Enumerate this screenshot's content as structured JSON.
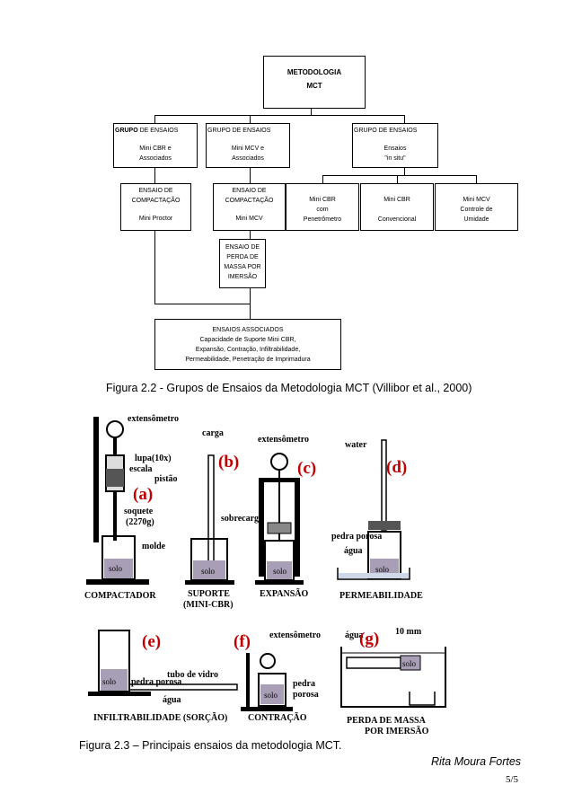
{
  "flowchart": {
    "root": {
      "line1": "METODOLOGIA",
      "line2": "MCT"
    },
    "group1": {
      "title_bold": "GRUPO",
      "title_rest": " DE ENSAIOS",
      "line2": "Mini CBR e",
      "line3": "Associados"
    },
    "group2": {
      "title": "GRUPO DE ENSAIOS",
      "line2": "Mini MCV e",
      "line3": "Associados"
    },
    "group3": {
      "title": "GRUPO DE ENSAIOS",
      "line2": "Ensaios",
      "line3": "\"in situ\""
    },
    "compaction1": {
      "line1": "ENSAIO DE",
      "line2": "COMPACTAÇÃO",
      "line3": "Mini Proctor"
    },
    "compaction2": {
      "line1": "ENSAIO DE",
      "line2": "COMPACTAÇÃO",
      "line3": "Mini MCV"
    },
    "field1": {
      "line1": "Mini CBR",
      "line2": "com",
      "line3": "Penetrômetro"
    },
    "field2": {
      "line1": "Mini CBR",
      "line3": "Convencional"
    },
    "field3": {
      "line1": "Mini MCV",
      "line2": "Controle de",
      "line3": "Umidade"
    },
    "immersion": {
      "line1": "ENSAIO DE",
      "line2": "PERDA DE",
      "line3": "MASSA POR",
      "line4": "IMERSÃO"
    },
    "associated": {
      "line1": "ENSAIOS ASSOCIADOS",
      "line2": "Capacidade de Suporte Mini CBR,",
      "line3": "Expansão, Contração, Infiltrabilidade,",
      "line4": "Permeabilidade, Penetração de Imprimadura"
    }
  },
  "caption_fig22": "Figura 2.2 - Grupos de Ensaios da Metodologia MCT (Villibor et al., 2000)",
  "illustration": {
    "letters": [
      "(a)",
      "(b)",
      "(c)",
      "(d)",
      "(e)",
      "(f)",
      "(g)"
    ],
    "a": {
      "extensometro": "extensômetro",
      "lupa": "lupa(10x)",
      "escala": "escala",
      "pistao": "pistão",
      "soquete": "soquete",
      "soquete_mass": "(2270g)",
      "molde": "molde",
      "solo": "solo",
      "title": "COMPACTADOR"
    },
    "b": {
      "carga": "carga",
      "solo": "solo",
      "title1": "SUPORTE",
      "title2": "(MINI-CBR)"
    },
    "c": {
      "extensometro": "extensômetro",
      "sobrecarga": "sobrecarga",
      "solo": "solo",
      "title": "EXPANSÃO"
    },
    "d": {
      "water": "water",
      "pedra_porosa": "pedra porosa",
      "agua": "água",
      "solo": "solo",
      "title": "PERMEABILIDADE"
    },
    "e": {
      "tubo": "tubo de vidro",
      "pedra_porosa": "pedra porosa",
      "agua": "água",
      "solo": "solo",
      "title": "INFILTRABILIDADE (SORÇÃO)"
    },
    "f": {
      "extensometro": "extensômetro",
      "pedra": "pedra",
      "porosa": "porosa",
      "solo": "solo",
      "title": "CONTRAÇÃO"
    },
    "g": {
      "agua": "água",
      "mm": "10 mm",
      "solo": "solo",
      "title1": "PERDA DE MASSA",
      "title2": "POR IMERSÃO"
    }
  },
  "caption_fig23": "Figura 2.3 – Principais ensaios da metodologia MCT.",
  "footer": {
    "author": "Rita Moura Fortes",
    "page": "5/5"
  },
  "colors": {
    "soil": "#a89fb6",
    "annotation_red": "#c00000",
    "ink": "#000000"
  }
}
